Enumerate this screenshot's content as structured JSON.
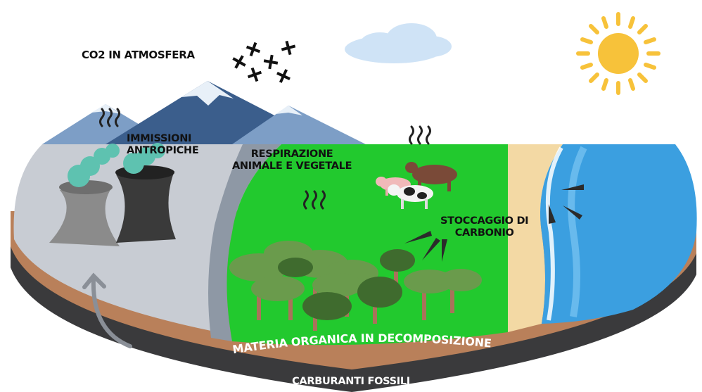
{
  "labels": {
    "co2": "CO2 IN ATMOSFERA",
    "immissioni_line1": "IMMISSIONI",
    "immissioni_line2": "ANTROPICHE",
    "respirazione_line1": "RESPIRAZIONE",
    "respirazione_line2": "ANIMALE E VEGETALE",
    "stoccaggio_line1": "STOCCAGGIO DI",
    "stoccaggio_line2": "CARBONIO",
    "materia_organica": "MATERIA ORGANICA IN DECOMPOSIZIONE",
    "carburanti_fossili": "CARBURANTI FOSSILI"
  },
  "colors": {
    "sky": "#ffffff",
    "sun": "#f7c23a",
    "cloud": "#cfe3f6",
    "mountain_dark": "#3b5e8c",
    "mountain_light": "#7d9ec6",
    "snow": "#e8f0f8",
    "industrial_ground": "#c8ccd3",
    "river": "#8e98a5",
    "forest_ground": "#22c92e",
    "beach": "#f3d9a4",
    "sea": "#3b9fe0",
    "soil_layer": "#b9805a",
    "fossil_layer": "#3a3a3c"
  }
}
